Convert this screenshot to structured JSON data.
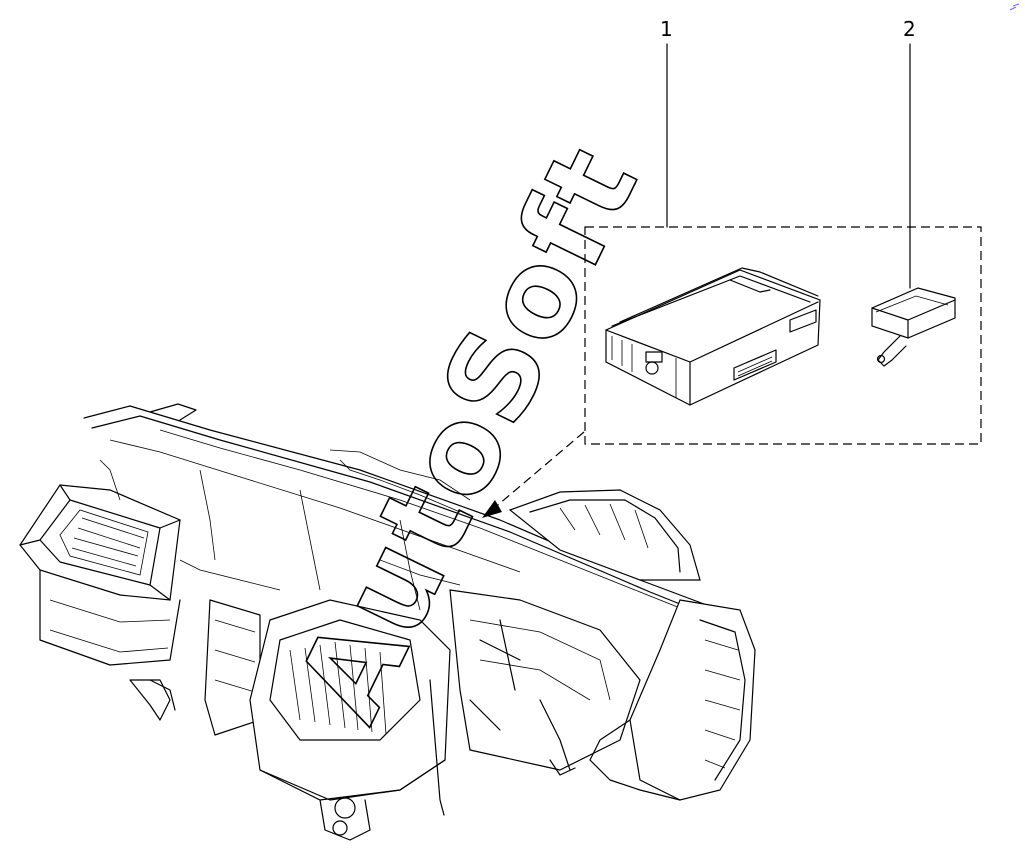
{
  "callouts": [
    {
      "number": "1"
    },
    {
      "number": "2"
    }
  ],
  "watermark": {
    "text": "AutoSoft"
  },
  "colors": {
    "line": "#000000",
    "background": "#ffffff"
  }
}
